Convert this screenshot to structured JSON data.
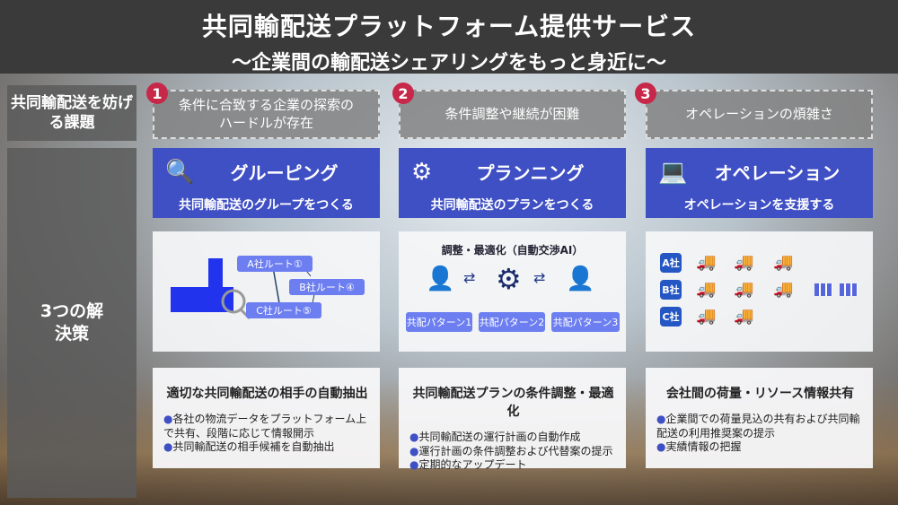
{
  "header": {
    "title": "共同輸配送プラットフォーム提供サービス",
    "subtitle": "〜企業間の輸配送シェアリングをもっと身近に〜"
  },
  "side": {
    "challenges_label": "共同輸配送を妨げる課題",
    "solutions_label": "3つの解決策"
  },
  "columns": [
    {
      "num": "1",
      "challenge": "条件に合致する企業の探索のハードルが存在",
      "solution": "グルーピング",
      "solution_desc": "共同輸配送のグループをつくる",
      "tags": [
        "A社ルート①",
        "B社ルート④",
        "C社ルート⑤"
      ],
      "detail_title": "適切な共同輸配送の相手の自動抽出",
      "bullets": [
        "各社の物流データをプラットフォーム上で共有、段階に応じて情報開示",
        "共同輸配送の相手候補を自動抽出"
      ]
    },
    {
      "num": "2",
      "challenge": "条件調整や継続が困難",
      "solution": "プランニング",
      "solution_desc": "共同輸配送のプランをつくる",
      "panel_title": "調整・最適化（自動交渉AI）",
      "patterns": [
        "共配パターン1",
        "共配パターン2",
        "共配パターン3"
      ],
      "detail_title": "共同輸配送プランの条件調整・最適化",
      "bullets": [
        "共同輸配送の運行計画の自動作成",
        "運行計画の条件調整および代替案の提示",
        "定期的なアップデート"
      ]
    },
    {
      "num": "3",
      "challenge": "オペレーションの煩雑さ",
      "solution": "オペレーション",
      "solution_desc": "オペレーションを支援する",
      "companies": [
        "A社",
        "B社",
        "C社"
      ],
      "detail_title": "会社間の荷量・リソース情報共有",
      "bullets": [
        "企業間での荷量見込の共有および共同輸配送の利用推奨案の提示",
        "実績情報の把握"
      ]
    }
  ]
}
